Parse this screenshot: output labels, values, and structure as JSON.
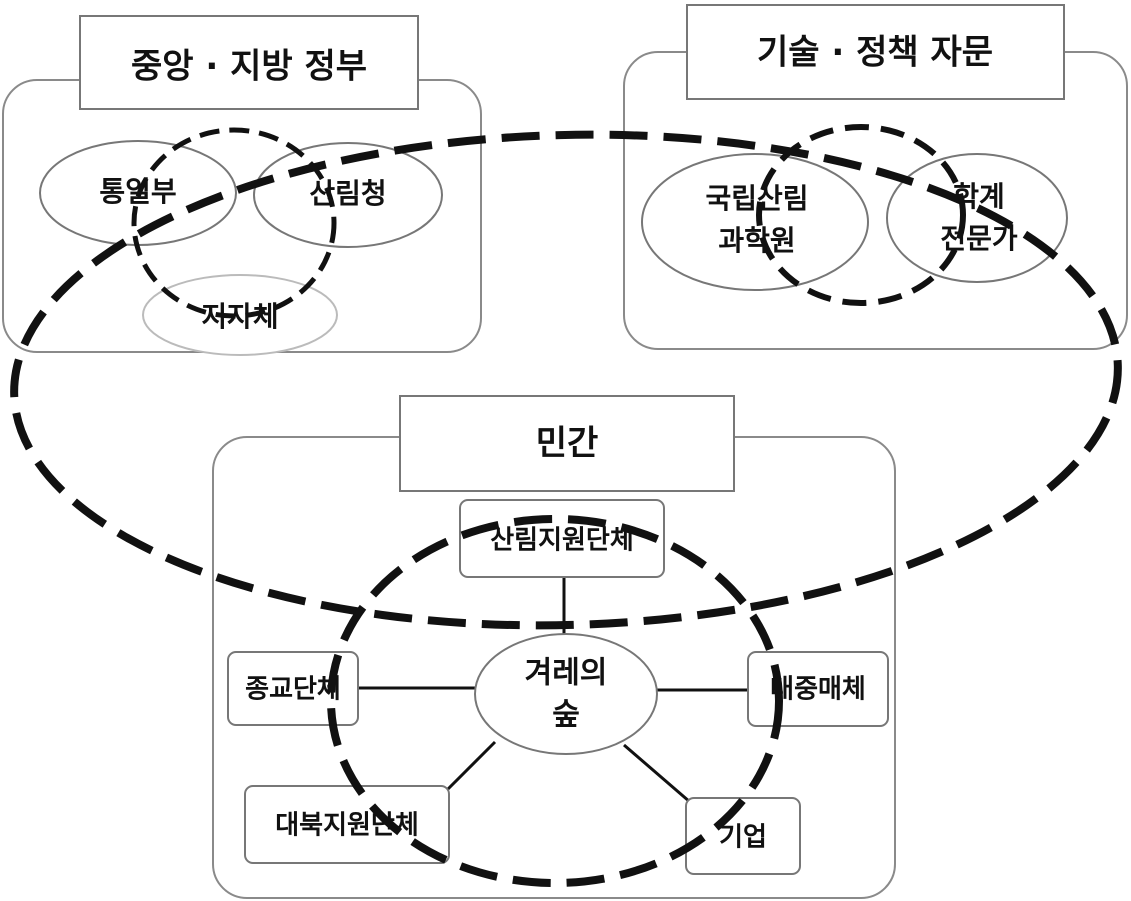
{
  "panels": {
    "government": {
      "title": "중앙 · 지방 정부",
      "items": [
        "통일부",
        "산림청",
        "지자체"
      ]
    },
    "advisory": {
      "title": "기술 · 정책 자문",
      "items": [
        [
          "국립산림",
          "과학원"
        ],
        [
          "학계",
          "전문가"
        ]
      ]
    },
    "private": {
      "title": "민간",
      "center": [
        "겨레의",
        "숲"
      ],
      "nodes": [
        "산림지원단체",
        "종교단체",
        "대중매체",
        "대북지원단체",
        "기업"
      ]
    }
  }
}
